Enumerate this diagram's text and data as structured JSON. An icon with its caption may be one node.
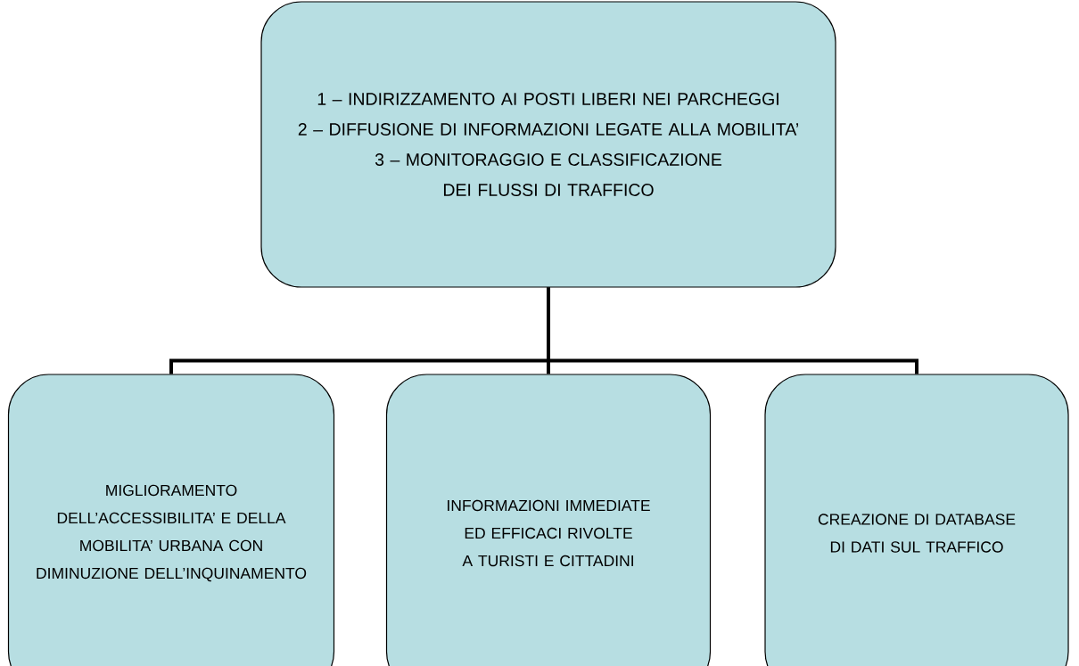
{
  "diagram": {
    "nodes": [
      {
        "text": [
          "1 – INDIRIZZAMENTO AI POSTI LIBERI NEI PARCHEGGI",
          "2 – DIFFUSIONE DI INFORMAZIONI LEGATE ALLA MOBILITA’",
          "3 – MONITORAGGIO E  CLASSIFICAZIONE DEI FLUSSI DI TRAFFICO"
        ]
      },
      {
        "text": [
          "MIGLIORAMENTO DELL’ACCESSIBILITA’ E DELLA MOBILITA’ URBANA CON DIMINUZIONE DELL’INQUINAMENTO"
        ]
      },
      {
        "text": [
          "INFORMAZIONI IMMEDIATE ED EFFICACI RIVOLTE A TURISTI E CITTADINI"
        ]
      },
      {
        "text": [
          "CREAZIONE DI DATABASE DI DATI SUL TRAFFICO"
        ]
      }
    ],
    "edges": [
      {
        "from": 0,
        "to": 1,
        "arrow": "none"
      },
      {
        "from": 0,
        "to": 2,
        "arrow": "none"
      },
      {
        "from": 0,
        "to": 3,
        "arrow": "none"
      }
    ]
  }
}
